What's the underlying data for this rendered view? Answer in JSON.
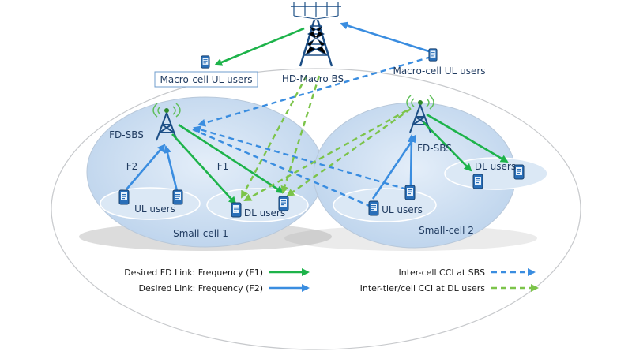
{
  "nodes": {
    "macro_bs": "HD-Macro BS",
    "macro_ul_users_left": "Macro-cell UL users",
    "macro_ul_users_right": "Macro-cell UL users",
    "fd_sbs_1": "FD-SBS",
    "fd_sbs_2": "FD-SBS",
    "small_cell_1": "Small-cell 1",
    "small_cell_2": "Small-cell 2",
    "ul_users_1": "UL users",
    "dl_users_1": "DL users",
    "ul_users_2": "UL users",
    "dl_users_2": "DL users",
    "f1": "F1",
    "f2": "F2"
  },
  "legend": {
    "fd_link": "Desired FD Link: Frequency (F1)",
    "link_f2": "Desired Link: Frequency (F2)",
    "inter_cell_cci": "Inter-cell CCI at SBS",
    "inter_tier_cci": "Inter-tier/cell CCI at DL users"
  },
  "colors": {
    "green_link": "#1db34a",
    "blue_link": "#3a8de0",
    "dashed_blue": "#3a8de0",
    "dashed_green": "#7cc44a",
    "cell_fill": "#c9dcf0",
    "tower": "#1d4f86"
  }
}
